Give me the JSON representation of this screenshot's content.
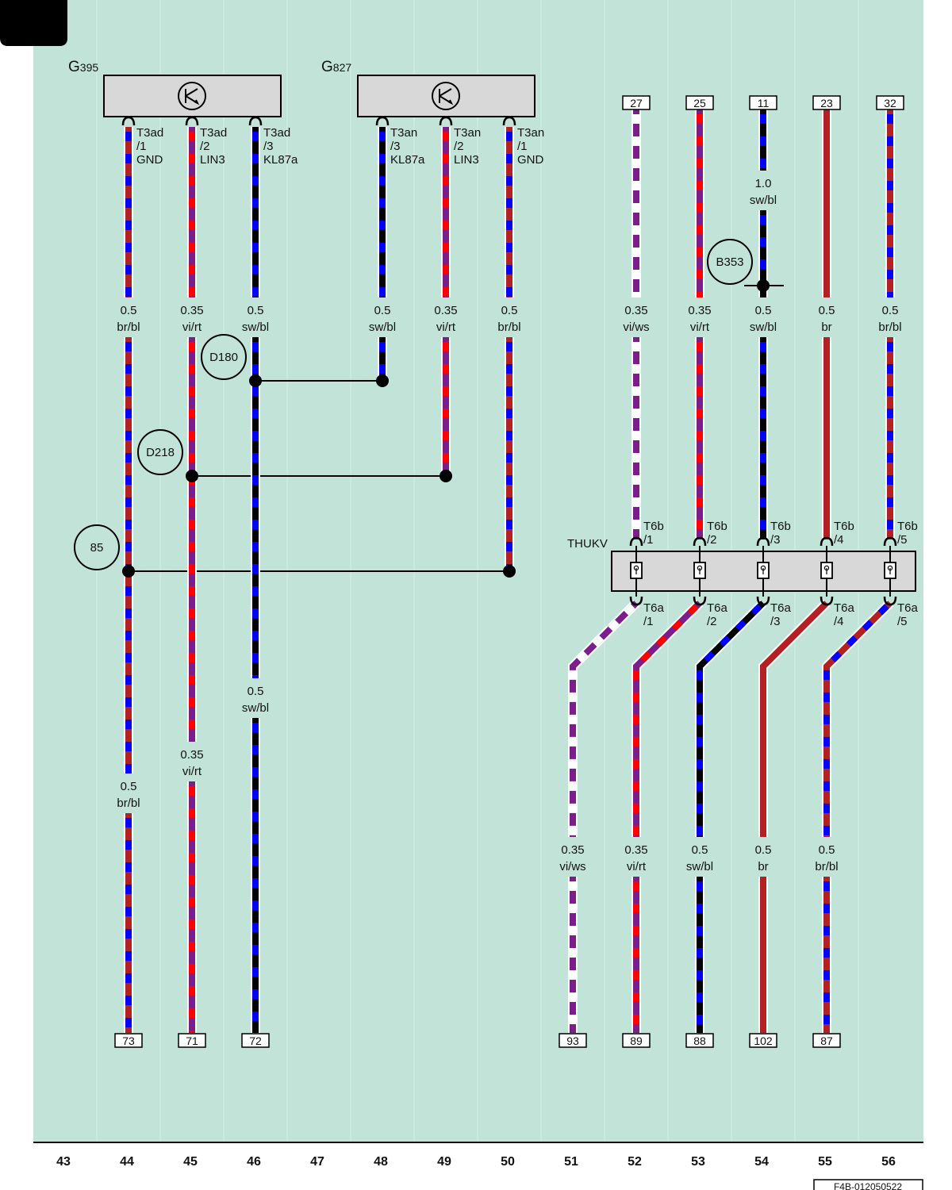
{
  "components": {
    "g395": {
      "prefix": "G",
      "sub": "395"
    },
    "g827": {
      "prefix": "G",
      "sub": "827"
    },
    "thukv": "THUKV"
  },
  "wires": [
    {
      "id": "w44",
      "colors": [
        "#b22222",
        "#0000ff"
      ],
      "size": "0.5",
      "code": "br/bl",
      "conn": [
        "T3ad",
        "/1",
        "GND"
      ],
      "term": "73"
    },
    {
      "id": "w45",
      "colors": [
        "#7b1e8c",
        "#ff0000"
      ],
      "size": "0.35",
      "code": "vi/rt",
      "conn": [
        "T3ad",
        "/2",
        "LIN3"
      ],
      "term": "71"
    },
    {
      "id": "w46",
      "colors": [
        "#000000",
        "#0000ff"
      ],
      "size": "0.5",
      "code": "sw/bl",
      "conn": [
        "T3ad",
        "/3",
        "KL87a"
      ],
      "term": "72"
    },
    {
      "id": "w48",
      "colors": [
        "#000000",
        "#0000ff"
      ],
      "size": "0.5",
      "code": "sw/bl",
      "conn": [
        "T3an",
        "/3",
        "KL87a"
      ]
    },
    {
      "id": "w49",
      "colors": [
        "#7b1e8c",
        "#ff0000"
      ],
      "size": "0.35",
      "code": "vi/rt",
      "conn": [
        "T3an",
        "/2",
        "LIN3"
      ]
    },
    {
      "id": "w50",
      "colors": [
        "#b22222",
        "#0000ff"
      ],
      "size": "0.5",
      "code": "br/bl",
      "conn": [
        "T3an",
        "/1",
        "GND"
      ]
    },
    {
      "id": "w52",
      "colors": [
        "#7b1e8c",
        "#ffffff"
      ],
      "size": "0.35",
      "code": "vi/ws",
      "top": "27",
      "term": "93",
      "t6b": [
        "T6b",
        "/1"
      ],
      "t6a": [
        "T6a",
        "/1"
      ]
    },
    {
      "id": "w53",
      "colors": [
        "#7b1e8c",
        "#ff0000"
      ],
      "size": "0.35",
      "code": "vi/rt",
      "top": "25",
      "term": "89",
      "t6b": [
        "T6b",
        "/2"
      ],
      "t6a": [
        "T6a",
        "/2"
      ]
    },
    {
      "id": "w54",
      "colors": [
        "#000000",
        "#0000ff"
      ],
      "size": "0.5",
      "code": "sw/bl",
      "top": "11",
      "term": "88",
      "t6b": [
        "T6b",
        "/3"
      ],
      "t6a": [
        "T6a",
        "/3"
      ],
      "upper_size": "1.0",
      "upper_code": "sw/bl"
    },
    {
      "id": "w55",
      "colors": [
        "#b22222",
        "#b22222"
      ],
      "size": "0.5",
      "code": "br",
      "top": "23",
      "term": "102",
      "t6b": [
        "T6b",
        "/4"
      ],
      "t6a": [
        "T6a",
        "/4"
      ]
    },
    {
      "id": "w56",
      "colors": [
        "#b22222",
        "#0000ff"
      ],
      "size": "0.5",
      "code": "br/bl",
      "top": "32",
      "term": "87",
      "t6b": [
        "T6b",
        "/5"
      ],
      "t6a": [
        "T6a",
        "/5"
      ]
    }
  ],
  "junctions": {
    "d180": "D180",
    "d218": "D218",
    "j85": "85",
    "b353": "B353"
  },
  "columns": [
    "43",
    "44",
    "45",
    "46",
    "47",
    "48",
    "49",
    "50",
    "51",
    "52",
    "53",
    "54",
    "55",
    "56"
  ],
  "doc_id": "F4B-012050522",
  "colors": {
    "background": "#c2e4d8",
    "component_fill": "#d8d8d8",
    "gridline": "#d6eee6"
  }
}
